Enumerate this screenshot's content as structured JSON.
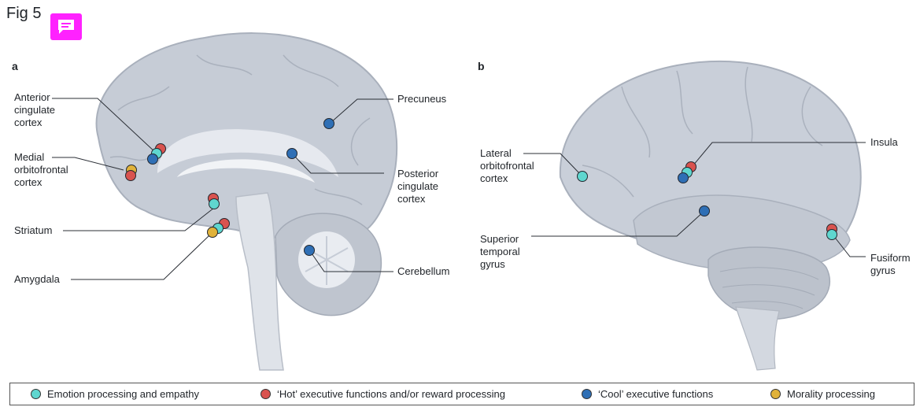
{
  "figure": {
    "label": "Fig 5",
    "comment_icon": "comment-icon"
  },
  "panel_a": {
    "letter": "a",
    "labels": {
      "anterior_cingulate": "Anterior\ncingulate\ncortex",
      "medial_ofc": "Medial\norbitofrontal\ncortex",
      "striatum": "Striatum",
      "amygdala": "Amygdala",
      "precuneus": "Precuneus",
      "posterior_cingulate": "Posterior\ncingulate\ncortex",
      "cerebellum": "Cerebellum"
    }
  },
  "panel_b": {
    "letter": "b",
    "labels": {
      "lateral_ofc": "Lateral\norbitofrontal\ncortex",
      "insula": "Insula",
      "superior_temporal": "Superior\ntemporal\ngyrus",
      "fusiform": "Fusiform\ngyrus"
    }
  },
  "legend": {
    "emotion": "Emotion processing and empathy",
    "hot": "‘Hot’ executive functions and/or reward processing",
    "cool": "‘Cool’ executive functions",
    "morality": "Morality processing"
  },
  "colors": {
    "emotion": "#5fd6cf",
    "hot": "#d9534f",
    "cool": "#2f6fb5",
    "morality": "#e0b23a",
    "comment_button": "#ff22ff"
  }
}
